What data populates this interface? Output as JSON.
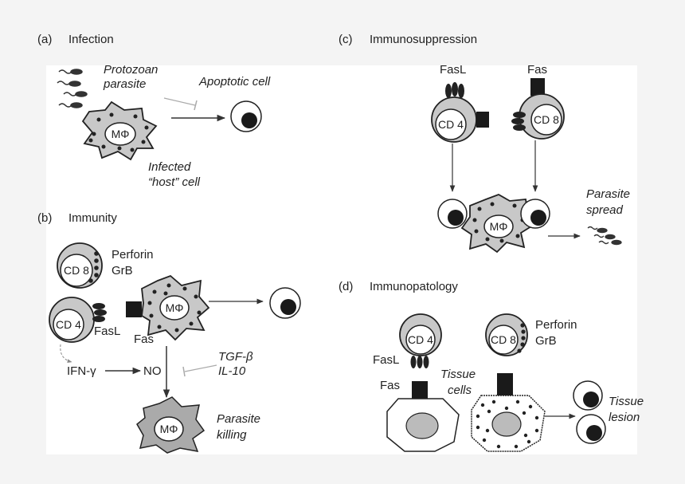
{
  "panels": {
    "a": {
      "letter": "(a)",
      "title": "Infection",
      "protozoan": "Protozoan",
      "parasite": "parasite",
      "apoptotic": "Apoptotic cell",
      "infected": "Infected",
      "host_cell": "“host” cell",
      "macrophage": "MΦ"
    },
    "b": {
      "letter": "(b)",
      "title": "Immunity",
      "cd8": "CD 8",
      "perforin": "Perforin",
      "grb": "GrB",
      "cd4": "CD 4",
      "fasl": "FasL",
      "fas": "Fas",
      "macrophage": "MΦ",
      "macrophage2": "MΦ",
      "ifn": "IFN-γ",
      "no": "NO",
      "tgf": "TGF-β",
      "il10": "IL-10",
      "parasite": "Parasite",
      "killing": "killing"
    },
    "c": {
      "letter": "(c)",
      "title": "Immunosuppression",
      "fasl": "FasL",
      "fas": "Fas",
      "cd4": "CD 4",
      "cd8": "CD 8",
      "macrophage": "MΦ",
      "parasite": "Parasite",
      "spread": "spread"
    },
    "d": {
      "letter": "(d)",
      "title": "Immunopatology",
      "cd4": "CD 4",
      "cd8": "CD 8",
      "perforin": "Perforin",
      "grb": "GrB",
      "fasl": "FasL",
      "fas": "Fas",
      "tissue": "Tissue",
      "cells": "cells",
      "tissue2": "Tissue",
      "lesion": "lesion"
    }
  },
  "colors": {
    "background": "#f4f4f4",
    "panel": "#ffffff",
    "cell_grey": "#c8c8c8",
    "dark": "#1a1a1a",
    "nucleus": "#ffffff",
    "inhibit": "#aaaaaa"
  }
}
